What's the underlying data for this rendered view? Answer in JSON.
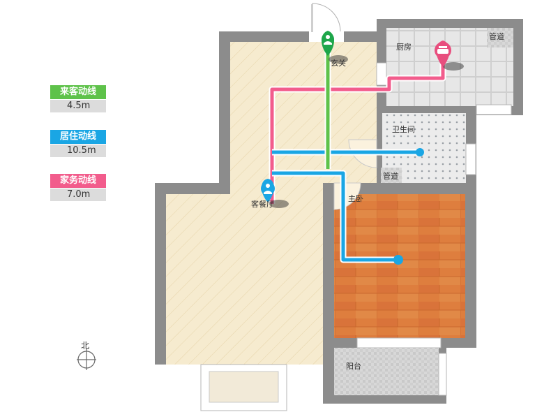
{
  "legend": [
    {
      "label": "来客动线",
      "value": "4.5m",
      "color": "#5ec24a"
    },
    {
      "label": "居住动线",
      "value": "10.5m",
      "color": "#1aa6e4"
    },
    {
      "label": "家务动线",
      "value": "7.0m",
      "color": "#f25c8c"
    }
  ],
  "rooms": {
    "entry": "玄关",
    "kitchen": "厨房",
    "pipe_kitchen": "管道",
    "bathroom": "卫生间",
    "pipe_bath": "管道",
    "living": "客餐厅",
    "bedroom": "主卧",
    "balcony": "阳台"
  },
  "compass": "北",
  "colors": {
    "wall": "#8c8c8c",
    "living_floor": "#f5e8c8",
    "bedroom_floor": "#d9783a",
    "tile": "#e6e6e6"
  }
}
